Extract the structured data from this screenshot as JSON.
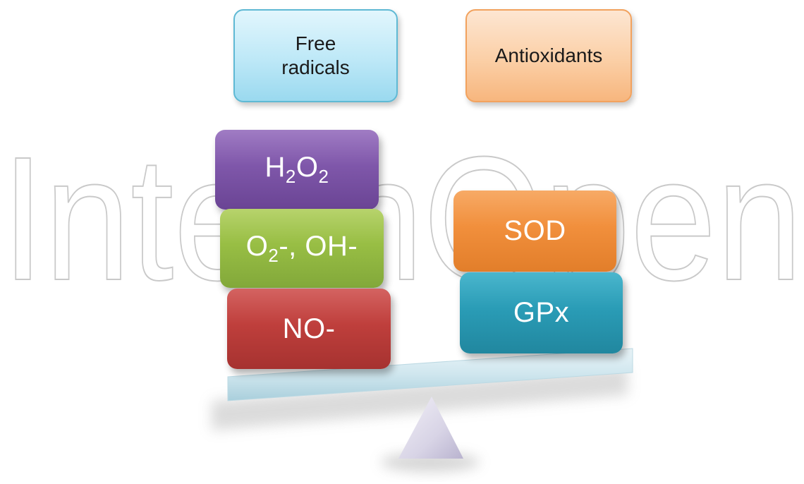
{
  "headers": {
    "free_radicals": "Free\nradicals",
    "antioxidants": "Antioxidants"
  },
  "free_radicals": {
    "h2o2": {
      "part1": "H",
      "sub1": "2",
      "part2": "O",
      "sub2": "2"
    },
    "o2_oh": {
      "part1": "O",
      "sub1": "2",
      "part2": "-, OH-"
    },
    "no": "NO-"
  },
  "antioxidants": {
    "sod": "SOD",
    "gpx": "GPx"
  },
  "watermark": "IntechOpen",
  "colors": {
    "free_radicals_box": "#bde8f7",
    "antioxidants_box": "#fbcfa6",
    "h2o2": "#7f57aa",
    "o2_oh": "#98be44",
    "no": "#bf3f3c",
    "sod": "#f18f3c",
    "gpx": "#2a9cb6",
    "beam": "#cfe6ee"
  }
}
